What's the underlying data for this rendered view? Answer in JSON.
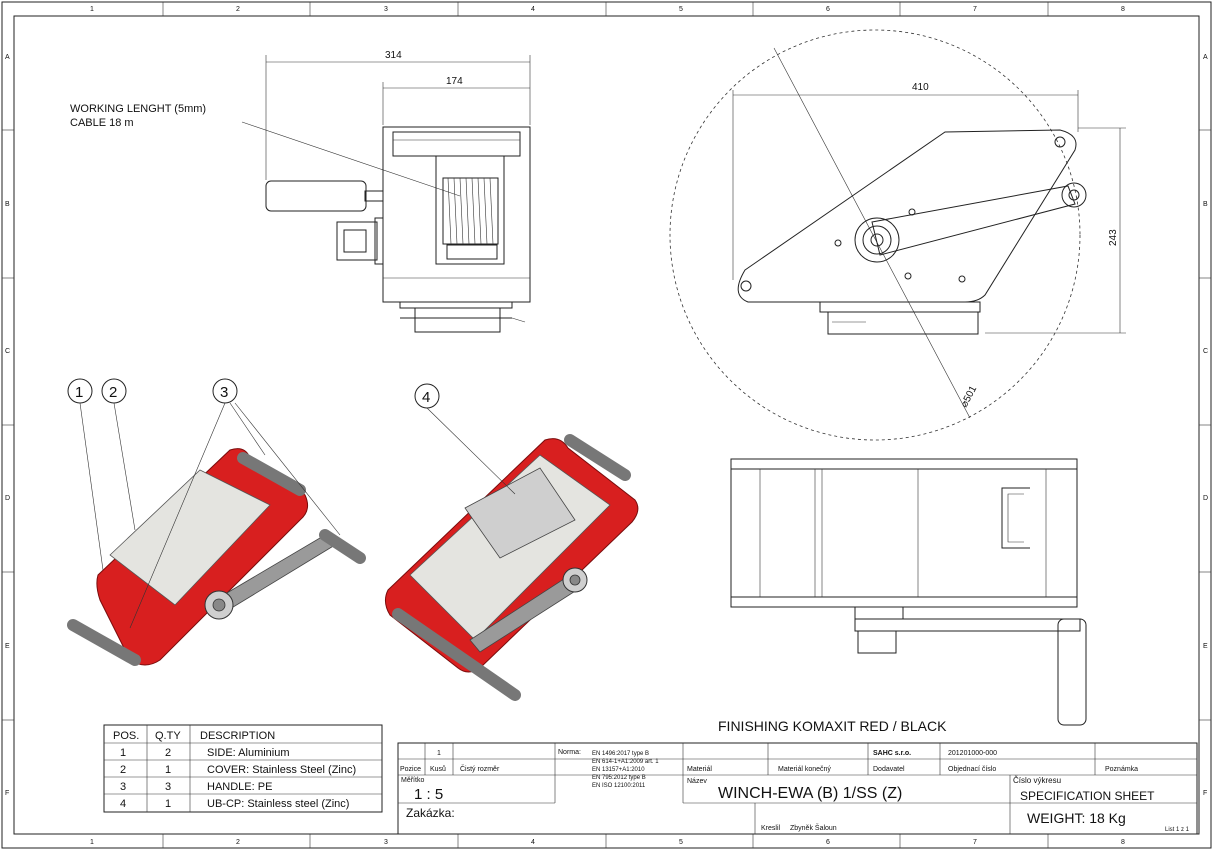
{
  "frame": {
    "columns": [
      "1",
      "2",
      "3",
      "4",
      "5",
      "6",
      "7",
      "8"
    ],
    "rows": [
      "A",
      "B",
      "C",
      "D",
      "E",
      "F"
    ]
  },
  "dimensions": {
    "d314": "314",
    "d174": "174",
    "d410": "410",
    "d243": "243",
    "d501": "⌀501"
  },
  "notes": {
    "cable_line1": "WORKING LENGHT (5mm)",
    "cable_line2": "CABLE 18 m",
    "finishing": "FINISHING  KOMAXIT    RED / BLACK"
  },
  "balloons": [
    "1",
    "2",
    "3",
    "4"
  ],
  "bom": {
    "headers": [
      "POS.",
      "Q.TY",
      "DESCRIPTION"
    ],
    "rows": [
      [
        "1",
        "2",
        "SIDE: Aluminium"
      ],
      [
        "2",
        "1",
        "COVER: Stainless Steel (Zinc)"
      ],
      [
        "3",
        "3",
        "HANDLE: PE"
      ],
      [
        "4",
        "1",
        "UB-CP: Stainless steel (Zinc)"
      ]
    ]
  },
  "title_block": {
    "qty": "1",
    "pozice": "Pozice",
    "kusu": "Kusů",
    "cisty_rozmer": "Čistý rozměr",
    "meritko_label": "Měřítko",
    "meritko": "1 : 5",
    "norma_label": "Norma:",
    "norma_lines": [
      "EN 1496:2017 type B",
      "EN 614-1+A1:2009 art. 1",
      "EN 13157+A1:2010",
      "EN 795:2012 type B",
      "EN ISO 12100:2011"
    ],
    "material": "Materiál",
    "material_konecny": "Materiál konečný",
    "company": "SAHC s.r.o.",
    "dodavatel": "Dodavatel",
    "drawing_no": "201201000-000",
    "objednaci": "Objednací číslo",
    "poznamka": "Poznámka",
    "nazev_label": "Název",
    "nazev": "WINCH-EWA (B) 1/SS (Z)",
    "cislo_label": "Číslo výkresu",
    "cislo": "SPECIFICATION SHEET",
    "zakazka": "Zakázka:",
    "kreslil": "Kreslil",
    "author": "Zbyněk Šaloun",
    "weight": "WEIGHT: 18 Kg",
    "sheet": "List 1 z 1"
  },
  "colors": {
    "red": "#d81f1f",
    "grey": "#8a8a8a",
    "cover": "#e4e4e0"
  }
}
